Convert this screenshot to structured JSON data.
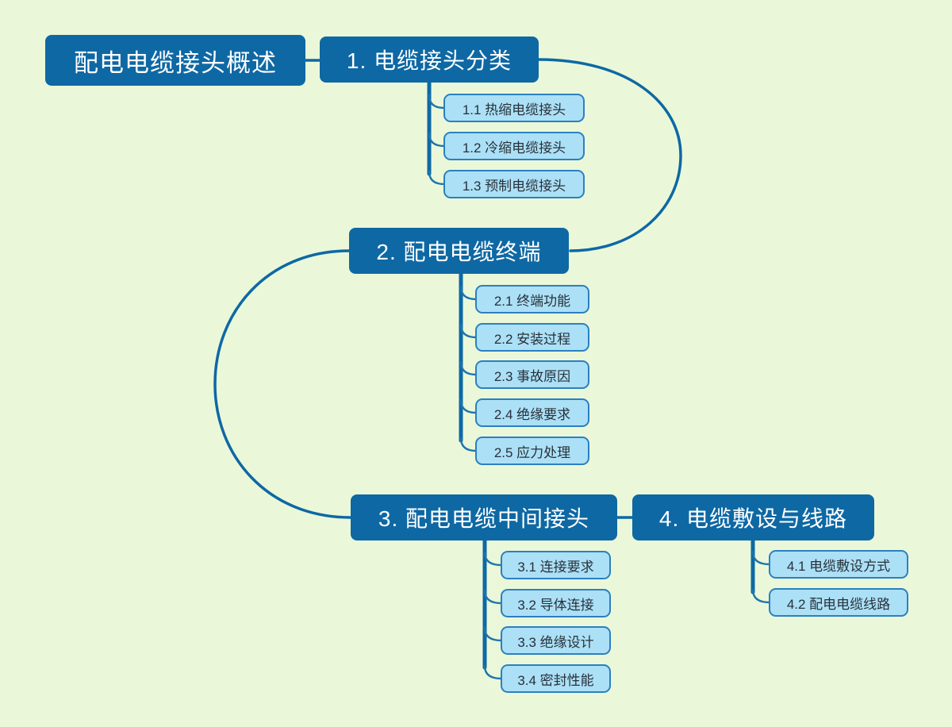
{
  "colors": {
    "background": "#eaf8d9",
    "main_node_fill": "#0e68a4",
    "main_node_text": "#ffffff",
    "child_node_fill": "#ace0f6",
    "child_node_border": "#2b80c0",
    "child_node_text": "#27313a",
    "connector": "#0e68a4",
    "elbow": "#1f74ad"
  },
  "mindmap": {
    "root": {
      "label": "配电电缆接头概述"
    },
    "branches": [
      {
        "label": "1. 电缆接头分类",
        "children": [
          "1.1 热缩电缆接头",
          "1.2 冷缩电缆接头",
          "1.3 预制电缆接头"
        ]
      },
      {
        "label": "2. 配电电缆终端",
        "children": [
          "2.1 终端功能",
          "2.2 安装过程",
          "2.3 事故原因",
          "2.4 绝缘要求",
          "2.5 应力处理"
        ]
      },
      {
        "label": "3. 配电电缆中间接头",
        "children": [
          "3.1 连接要求",
          "3.2 导体连接",
          "3.3 绝缘设计",
          "3.4 密封性能"
        ]
      },
      {
        "label": "4. 电缆敷设与线路",
        "children": [
          "4.1 电缆敷设方式",
          "4.2 配电电缆线路"
        ]
      }
    ]
  }
}
